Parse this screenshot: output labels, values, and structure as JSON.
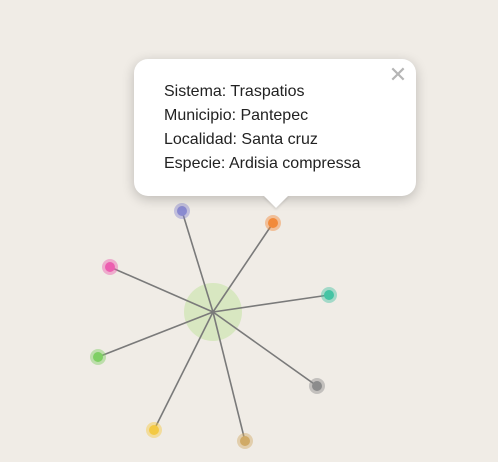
{
  "popup": {
    "close_glyph": "✕",
    "lines": [
      {
        "label": "Sistema",
        "value": "Traspatios"
      },
      {
        "label": "Municipio",
        "value": "Pantepec"
      },
      {
        "label": "Localidad",
        "value": "Santa cruz"
      },
      {
        "label": "Especie",
        "value": "Ardisia compressa"
      }
    ]
  },
  "cluster": {
    "center_color": "#c5e3a2",
    "spider_leg_color": "#7a7a7a",
    "markers": [
      {
        "id": "purple",
        "color": "#8a8ad0"
      },
      {
        "id": "orange",
        "color": "#f28a3a"
      },
      {
        "id": "pink",
        "color": "#ec5fb0"
      },
      {
        "id": "teal",
        "color": "#44c4a4"
      },
      {
        "id": "green",
        "color": "#7fcf64"
      },
      {
        "id": "gray",
        "color": "#8c8c8c"
      },
      {
        "id": "yellow",
        "color": "#f3c943"
      },
      {
        "id": "tan",
        "color": "#d0aa66"
      }
    ]
  }
}
